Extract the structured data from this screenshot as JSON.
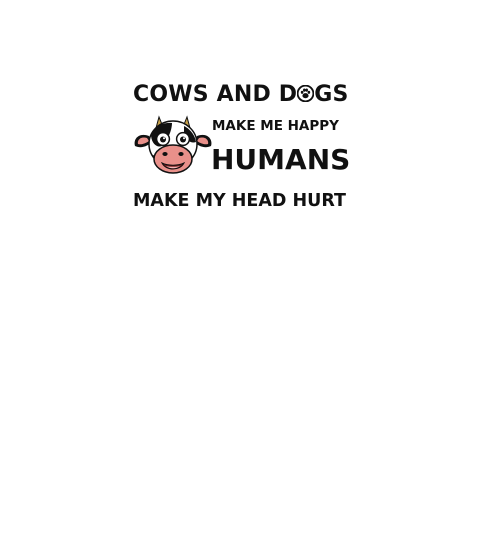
{
  "design": {
    "line1_part1": "COWS AND D",
    "line1_part2": "GS",
    "line2": "MAKE ME HAPPY",
    "line3": "HUMANS",
    "line4": "MAKE MY HEAD HURT"
  },
  "icons": {
    "paw": "paw-print-icon",
    "cow": "cow-face-icon"
  },
  "colors": {
    "text": "#111111",
    "background": "#ffffff",
    "muzzle": "#e9908a",
    "horn": "#c9a24a"
  }
}
